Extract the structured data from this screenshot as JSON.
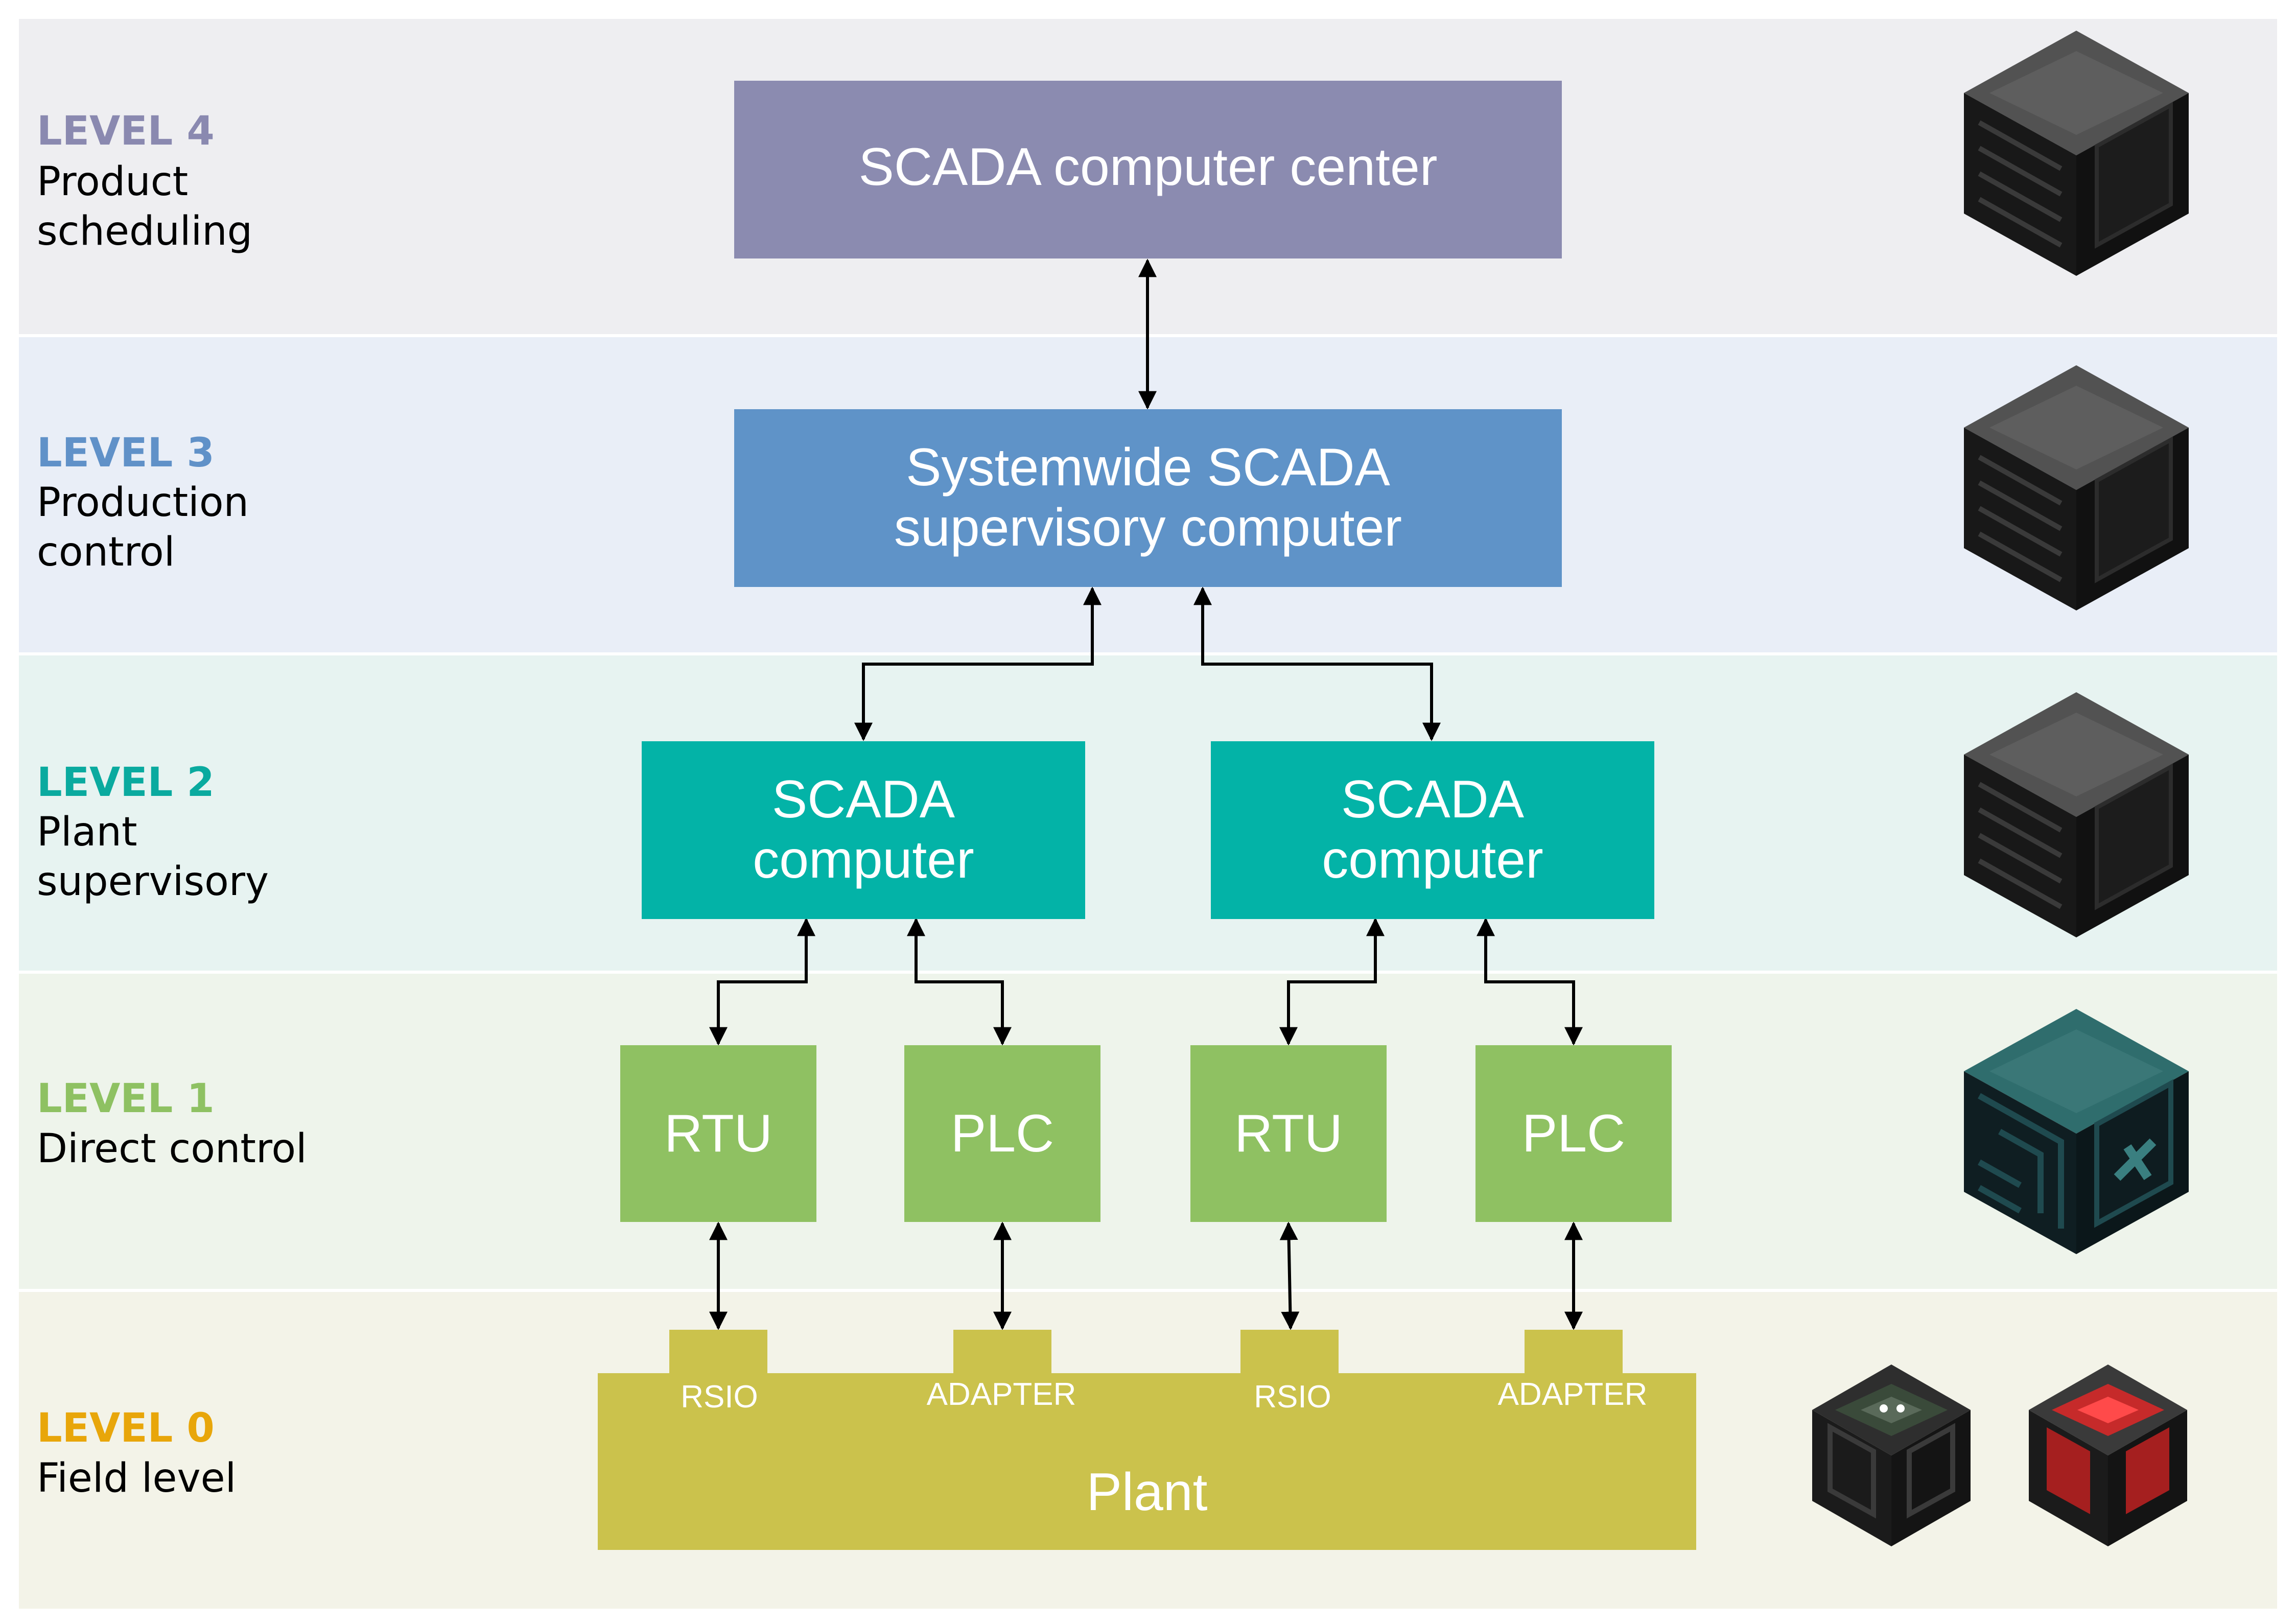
{
  "levels": [
    {
      "id": "level4",
      "title": "LEVEL 4",
      "desc1": "Product",
      "desc2": "scheduling",
      "title_color": "#8a89b0",
      "bg": "#eeeef1"
    },
    {
      "id": "level3",
      "title": "LEVEL 3",
      "desc1": "Production",
      "desc2": "control",
      "title_color": "#6091c8",
      "bg": "#e9eef7"
    },
    {
      "id": "level2",
      "title": "LEVEL 2",
      "desc1": "Plant",
      "desc2": "supervisory",
      "title_color": "#0aaa9f",
      "bg": "#e7f3f1"
    },
    {
      "id": "level1",
      "title": "LEVEL 1",
      "desc1": "Direct control",
      "desc2": "",
      "title_color": "#8ec162",
      "bg": "#eef4eb"
    },
    {
      "id": "level0",
      "title": "LEVEL 0",
      "desc1": "Field level",
      "desc2": "",
      "title_color": "#e8a60a",
      "bg": "#f3f3e8"
    }
  ],
  "boxes": {
    "scada_center": {
      "line1": "SCADA computer center",
      "color": "#8b8bb0"
    },
    "systemwide": {
      "line1": "Systemwide SCADA",
      "line2": "supervisory computer",
      "color": "#5f93c8"
    },
    "scada_left": {
      "line1": "SCADA",
      "line2": "computer",
      "color": "#03b3a7"
    },
    "scada_right": {
      "line1": "SCADA",
      "line2": "computer",
      "color": "#03b3a7"
    },
    "rtu_1": {
      "label": "RTU",
      "color": "#8fc162"
    },
    "plc_1": {
      "label": "PLC",
      "color": "#8fc162"
    },
    "rtu_2": {
      "label": "RTU",
      "color": "#8fc162"
    },
    "plc_2": {
      "label": "PLC",
      "color": "#8fc162"
    }
  },
  "plant": {
    "label": "Plant",
    "color": "#cbc24c",
    "ports": [
      "RSIO",
      "ADAPTER",
      "RSIO",
      "ADAPTER"
    ]
  },
  "icons": {
    "level4": "computer-block-icon",
    "level3": "computer-block-icon",
    "level2": "computer-block-icon",
    "level1": "teal-rtu-block-icon",
    "level0a": "rsio-block-icon",
    "level0b": "adapter-block-icon"
  }
}
